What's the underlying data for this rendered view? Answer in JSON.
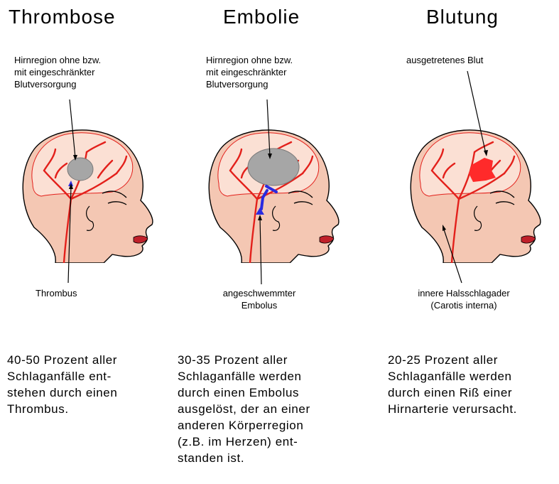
{
  "columns": [
    {
      "title": "Thrombose",
      "label_top": [
        "Hirnregion ohne bzw.",
        "mit eingeschränkter",
        "Blutversorgung"
      ],
      "label_bottom": [
        "Thrombus"
      ],
      "description": [
        "40-50 Prozent aller",
        "Schlaganfälle ent-",
        "stehen durch einen",
        "Thrombus."
      ]
    },
    {
      "title": "Embolie",
      "label_top": [
        "Hirnregion ohne bzw.",
        "mit eingeschränkter",
        "Blutversorgung"
      ],
      "label_bottom": [
        "angeschwemmter",
        "Embolus"
      ],
      "description": [
        "30-35 Prozent aller",
        "Schlaganfälle werden",
        "durch einen Embolus",
        "ausgelöst, der an einer",
        "anderen Körperregion",
        "(z.B. im Herzen) ent-",
        "standen ist."
      ]
    },
    {
      "title": "Blutung",
      "label_top": [
        "ausgetretenes Blut"
      ],
      "label_bottom": [
        "innere Halsschlagader",
        "(Carotis interna)"
      ],
      "description": [
        "20-25 Prozent aller",
        "Schlaganfälle werden",
        "durch einen Riß einer",
        "Hirnarterie verursacht."
      ]
    }
  ],
  "colors": {
    "skin": "#f4c7b3",
    "brain": "#fbe0d4",
    "artery": "#e3201b",
    "affected_region": "#a6a6a6",
    "clot": "#2a2ae0",
    "bleeding": "#ff2a2a",
    "lips": "#c0202a"
  }
}
